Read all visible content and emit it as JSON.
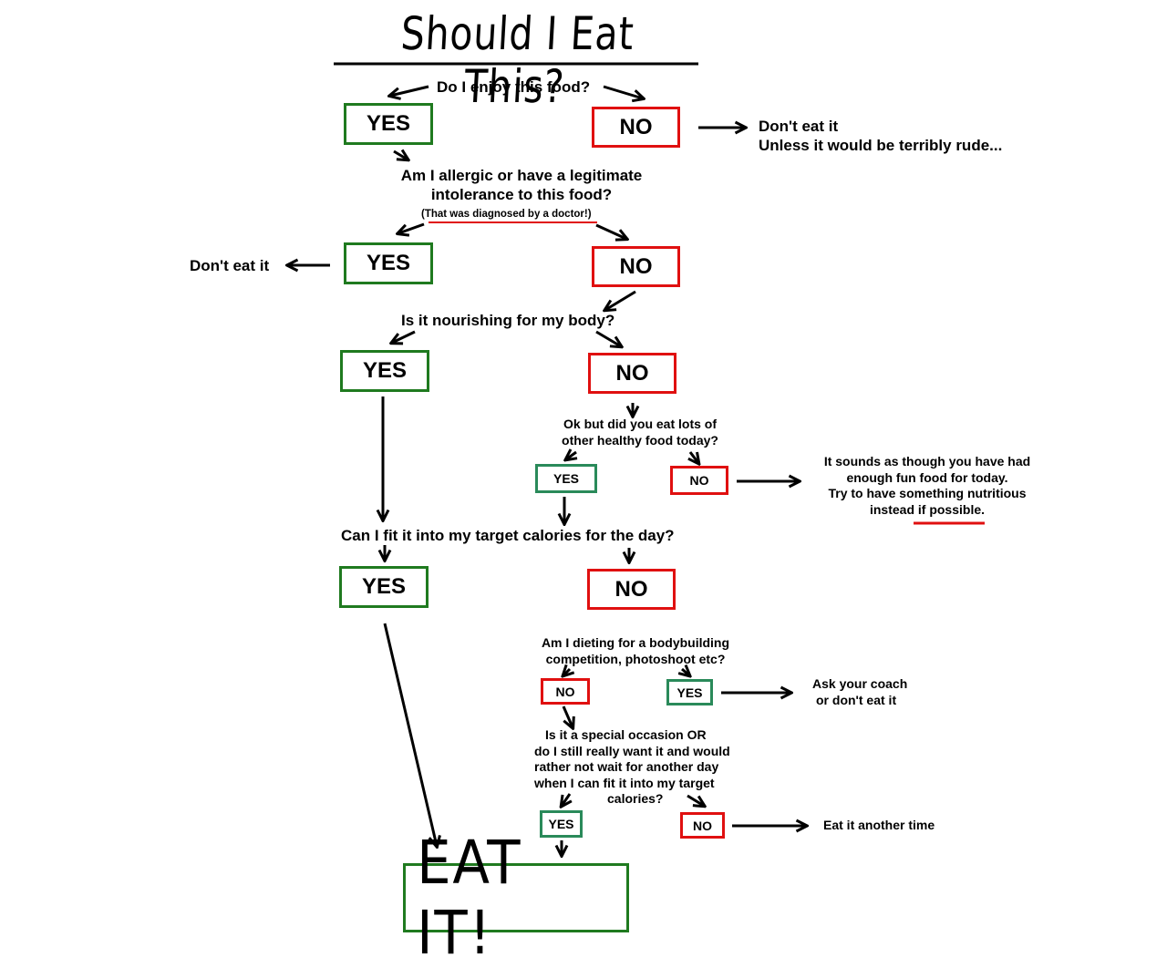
{
  "title": "Should I Eat This?",
  "q1": "Do I enjoy this food?",
  "q1_yes": "YES",
  "q1_no": "NO",
  "q1_no_result_line1": "Don't eat it",
  "q1_no_result_line2": "Unless it would be terribly rude...",
  "q2_line1": "Am I allergic or have a legitimate",
  "q2_line2": "intolerance to this food?",
  "q2_note": "(That was diagnosed by a doctor!)",
  "q2_yes": "YES",
  "q2_no": "NO",
  "q2_yes_result": "Don't eat it",
  "q3": "Is it nourishing for my body?",
  "q3_yes": "YES",
  "q3_no": "NO",
  "q3b_line1": "Ok but did you eat lots of",
  "q3b_line2": "other healthy food today?",
  "q3b_yes": "YES",
  "q3b_no": "NO",
  "q3b_no_result_line1": "It sounds as though you have had",
  "q3b_no_result_line2": "enough fun food for today.",
  "q3b_no_result_line3": "Try to have something nutritious",
  "q3b_no_result_line4_pre": "instead",
  "q3b_no_result_line4_em": "if possible.",
  "q4": "Can I fit it into my target calories for the day?",
  "q4_yes": "YES",
  "q4_no": "NO",
  "q5_line1": "Am I dieting for a bodybuilding",
  "q5_line2": "competition, photoshoot etc?",
  "q5_no": "NO",
  "q5_yes": "YES",
  "q5_yes_result_line1": "Ask your coach",
  "q5_yes_result_line2": "or don't eat it",
  "q6_line1": "Is it a special occasion OR",
  "q6_line2": "do I still really want it and would",
  "q6_line3": "rather not wait for another day",
  "q6_line4": "when I can fit it into my target",
  "q6_line5": "calories?",
  "q6_yes": "YES",
  "q6_no": "NO",
  "q6_no_result": "Eat it another time",
  "final": "EAT IT!",
  "colors": {
    "yes": "#1f7a1f",
    "no": "#e01010",
    "underline": "#e01010"
  }
}
